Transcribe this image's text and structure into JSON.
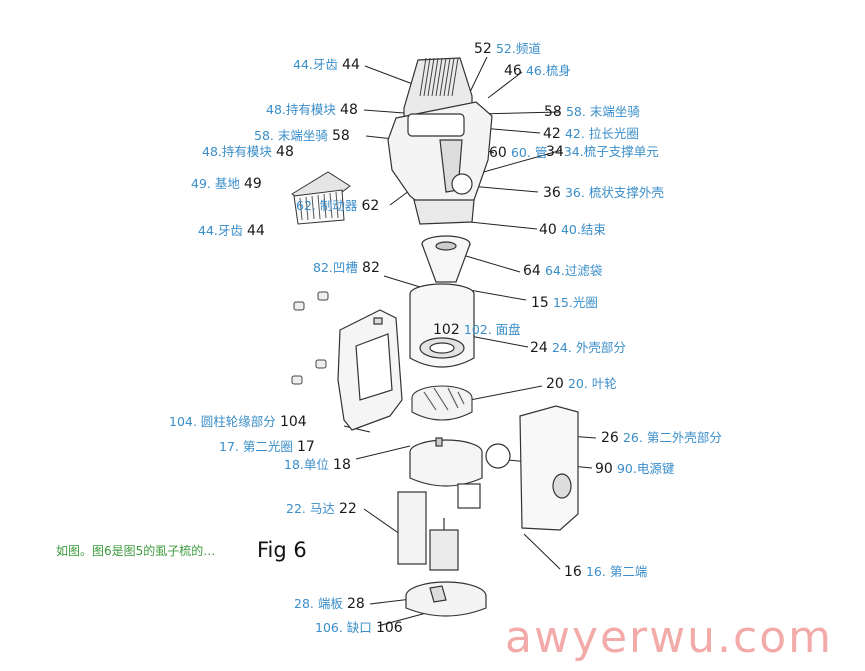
{
  "figure_title": "Fig 6",
  "caption_note": "如图。图6是图5的虱子梳的…",
  "watermark": "awyerwu.com",
  "labels": [
    {
      "id": "44a",
      "num": "44",
      "cn": "44.牙齿"
    },
    {
      "id": "52",
      "num": "52",
      "cn": "52.频道"
    },
    {
      "id": "46",
      "num": "46",
      "cn": "46.梳身"
    },
    {
      "id": "48a",
      "num": "48",
      "cn": "48.持有模块"
    },
    {
      "id": "58a",
      "num": "58",
      "cn": "58. 末端坐骑"
    },
    {
      "id": "58b",
      "num": "58",
      "cn": "58. 末端坐骑"
    },
    {
      "id": "42",
      "num": "42",
      "cn": "42. 拉长光圈"
    },
    {
      "id": "48b",
      "num": "48",
      "cn": "48.持有模块"
    },
    {
      "id": "60",
      "num": "60",
      "cn": "60. 管"
    },
    {
      "id": "34",
      "num": "34",
      "cn": "34.梳子支撑单元"
    },
    {
      "id": "49",
      "num": "49",
      "cn": "49. 基地"
    },
    {
      "id": "36",
      "num": "36",
      "cn": "36. 梳状支撑外壳"
    },
    {
      "id": "62",
      "num": "62",
      "cn": "62. 制动器"
    },
    {
      "id": "44b",
      "num": "44",
      "cn": "44.牙齿"
    },
    {
      "id": "40",
      "num": "40",
      "cn": "40.结束"
    },
    {
      "id": "82",
      "num": "82",
      "cn": "82.凹槽"
    },
    {
      "id": "64",
      "num": "64",
      "cn": "64.过滤袋"
    },
    {
      "id": "15",
      "num": "15",
      "cn": "15.光圈"
    },
    {
      "id": "102",
      "num": "102",
      "cn": "102. 面盘"
    },
    {
      "id": "24",
      "num": "24",
      "cn": "24. 外壳部分"
    },
    {
      "id": "20",
      "num": "20",
      "cn": "20. 叶轮"
    },
    {
      "id": "104",
      "num": "104",
      "cn": "104. 圆柱轮缘部分"
    },
    {
      "id": "26",
      "num": "26",
      "cn": "26. 第二外壳部分"
    },
    {
      "id": "17",
      "num": "17",
      "cn": "17. 第二光圈"
    },
    {
      "id": "18",
      "num": "18",
      "cn": "18.单位"
    },
    {
      "id": "90",
      "num": "90",
      "cn": "90.电源键"
    },
    {
      "id": "22",
      "num": "22",
      "cn": "22. 马达"
    },
    {
      "id": "16",
      "num": "16",
      "cn": "16. 第二端"
    },
    {
      "id": "28",
      "num": "28",
      "cn": "28. 端板"
    },
    {
      "id": "106",
      "num": "106",
      "cn": "106. 缺口"
    }
  ],
  "colors": {
    "number_text": "#1a1a1a",
    "chinese_text": "#3a8ec9",
    "note_text": "#3d9b3d",
    "watermark": "#f2a3a0"
  }
}
